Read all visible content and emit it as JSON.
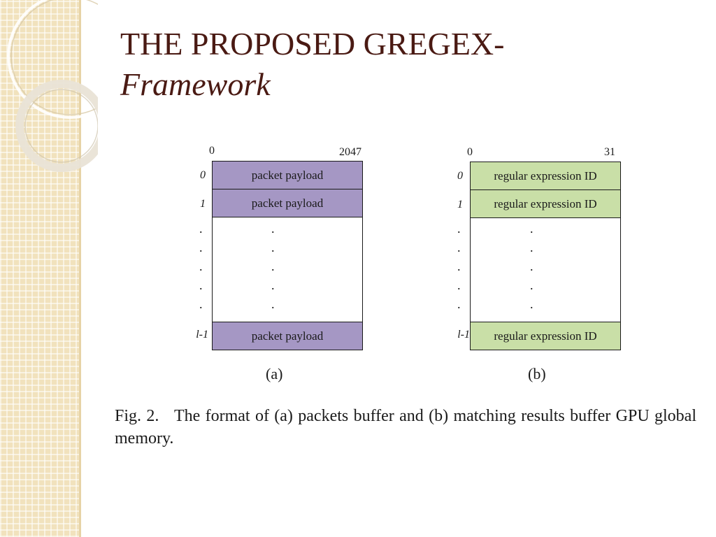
{
  "slide": {
    "title_line1": "THE PROPOSED GREGEX-",
    "title_line2": "Framework"
  },
  "figure_a": {
    "bit_start": "0",
    "bit_end": "2047",
    "rows": [
      {
        "index": "0",
        "label": "packet payload"
      },
      {
        "index": "1",
        "label": "packet payload"
      },
      {
        "index": "l-1",
        "label": "packet payload"
      }
    ],
    "fill_color": "#a597c4",
    "sub_caption": "(a)"
  },
  "figure_b": {
    "bit_start": "0",
    "bit_end": "31",
    "rows": [
      {
        "index": "0",
        "label": "regular expression ID"
      },
      {
        "index": "1",
        "label": "regular expression ID"
      },
      {
        "index": "l-1",
        "label": "regular expression ID"
      }
    ],
    "fill_color": "#c9dfa7",
    "sub_caption": "(b)"
  },
  "caption": "Fig. 2.   The format of (a) packets buffer and (b) matching results buffer GPU global memory.",
  "theme": {
    "title_color": "#4a1a13",
    "sidebar_color": "#f1e2bd"
  }
}
